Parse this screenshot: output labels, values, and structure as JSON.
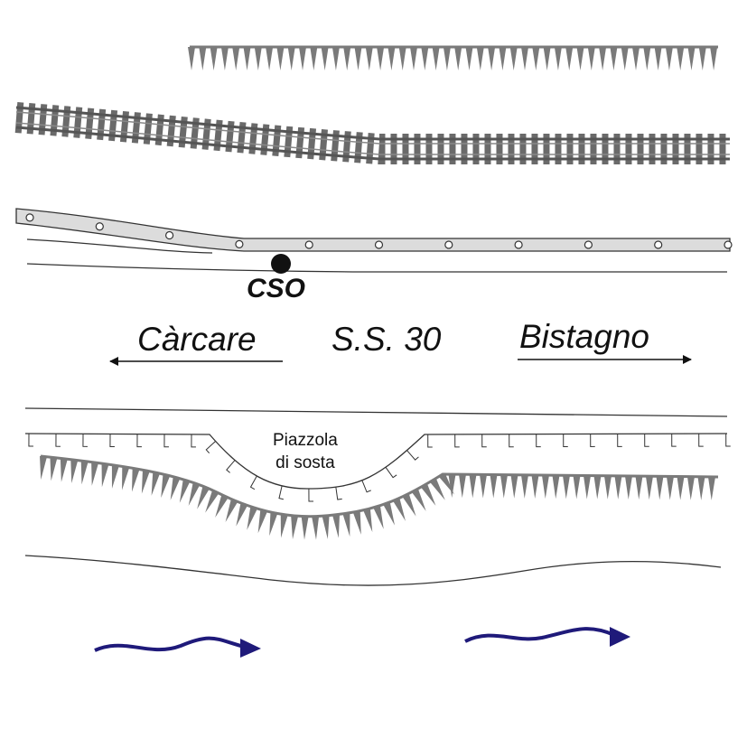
{
  "road": {
    "name": "S.S. 30"
  },
  "directions": {
    "left": "Càrcare",
    "right": "Bistagno"
  },
  "cso": {
    "label": "CSO",
    "color": "#111111"
  },
  "layby": {
    "line1": "Piazzola",
    "line2": "di sosta"
  },
  "colors": {
    "rail": "#707070",
    "pipe_fill": "#dcdcdc",
    "lines": "#333333",
    "embankment": "#7a7a7a",
    "water_flow": "#1f1a7a"
  },
  "icons": [
    "embankment-hatch",
    "railway-track",
    "sewer-pipe",
    "cso-point",
    "guardrail-posts",
    "flow-arrow"
  ]
}
